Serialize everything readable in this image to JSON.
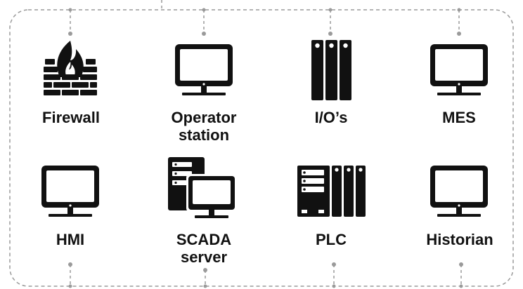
{
  "diagram": {
    "nodes": [
      {
        "id": "firewall",
        "label_lines": [
          "Firewall"
        ],
        "icon": "firewall-icon"
      },
      {
        "id": "operator-station",
        "label_lines": [
          "Operator",
          "station"
        ],
        "icon": "monitor-icon"
      },
      {
        "id": "ios",
        "label_lines": [
          "I/O’s"
        ],
        "icon": "io-rack-icon"
      },
      {
        "id": "mes",
        "label_lines": [
          "MES"
        ],
        "icon": "monitor-icon"
      },
      {
        "id": "hmi",
        "label_lines": [
          "HMI"
        ],
        "icon": "monitor-icon"
      },
      {
        "id": "scada-server",
        "label_lines": [
          "SCADA",
          "server"
        ],
        "icon": "scada-server-icon"
      },
      {
        "id": "plc",
        "label_lines": [
          "PLC"
        ],
        "icon": "plc-icon"
      },
      {
        "id": "historian",
        "label_lines": [
          "Historian"
        ],
        "icon": "monitor-icon"
      }
    ],
    "colors": {
      "icon": "#111111",
      "connector": "#9a9a9a",
      "label": "#111111"
    }
  }
}
